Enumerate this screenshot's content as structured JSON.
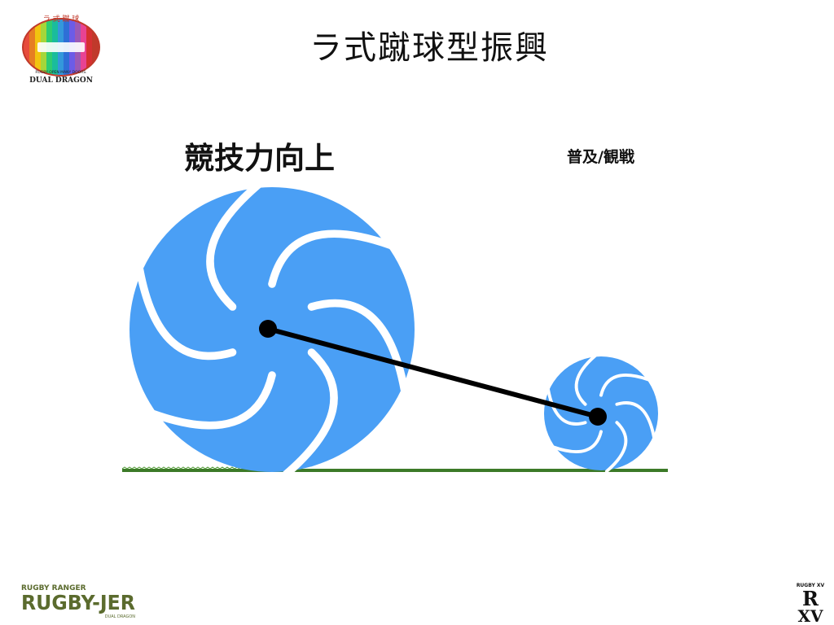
{
  "slide": {
    "title": "ラ式蹴球型振興"
  },
  "labels": {
    "large_wheel": "競技力向上",
    "small_wheel": "普及/観戦"
  },
  "logos": {
    "top_left": {
      "arc_text": "ラ 式 蹴 球",
      "tagline": "RUGBY OPEN MANY DOORS.",
      "name": "DUAL DRAGON"
    },
    "bottom_left": {
      "line1": "RUGBY RANGER",
      "line2": "RUGBY-JER",
      "line3": "DUAL DRAGON"
    },
    "bottom_right": {
      "line1": "RUGBY XV",
      "mark": "R",
      "line2": "XV"
    }
  },
  "colors": {
    "wheel": "#4a9ff5",
    "axle": "#000000",
    "ground": "#3c7a28",
    "logo_olive": "#5b6b2e"
  }
}
